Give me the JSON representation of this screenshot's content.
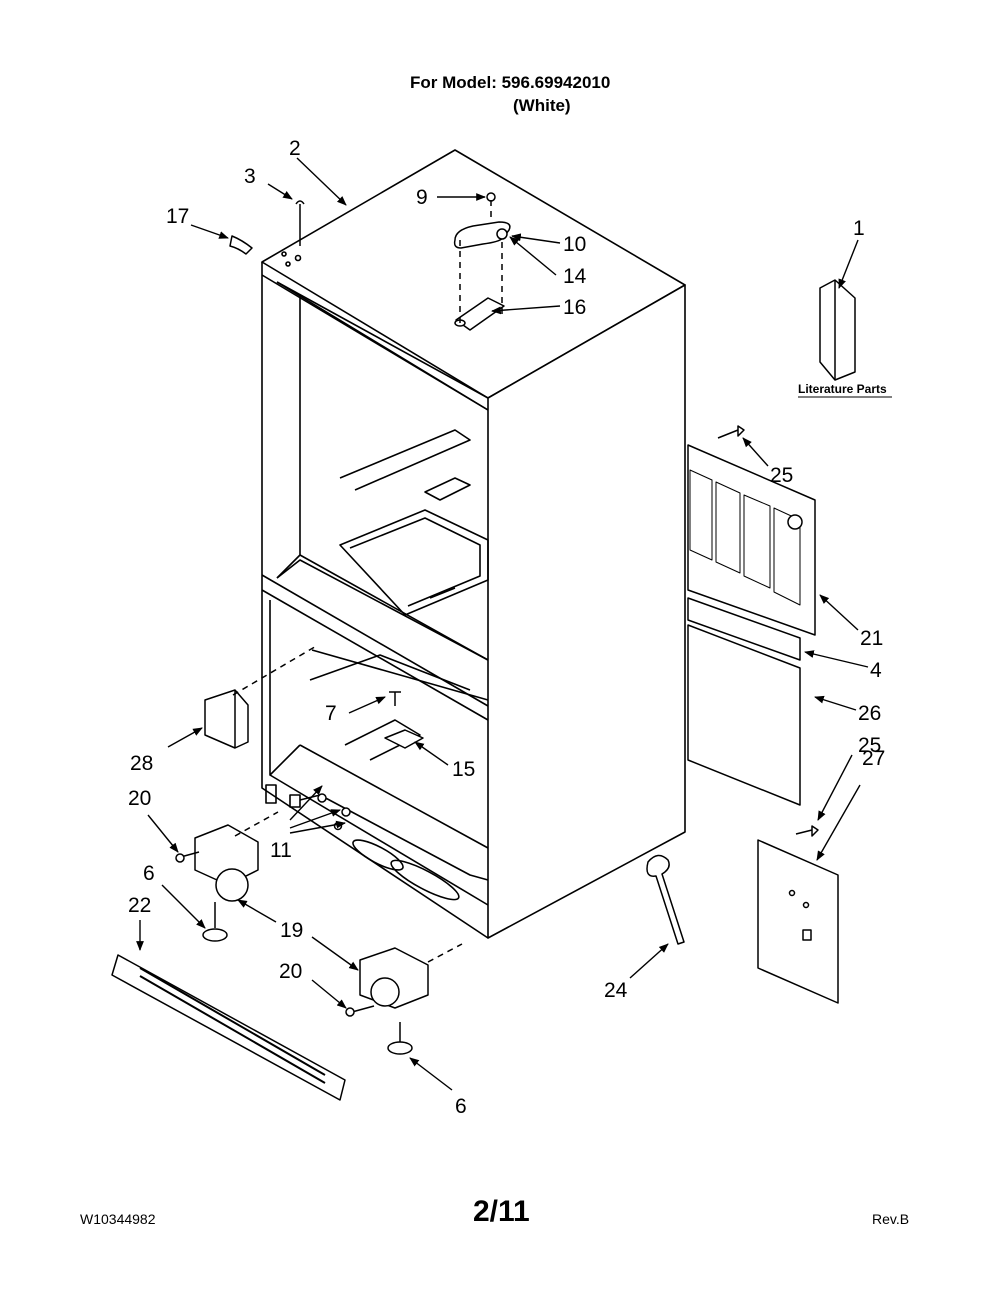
{
  "header": {
    "title": "For Model: 596.69942010",
    "subtitle": "(White)"
  },
  "literature_label": "Literature Parts",
  "callouts": {
    "c1": "1",
    "c2": "2",
    "c3": "3",
    "c4": "4",
    "c6a": "6",
    "c6b": "6",
    "c7": "7",
    "c9": "9",
    "c10": "10",
    "c11": "11",
    "c14": "14",
    "c15": "15",
    "c16": "16",
    "c17": "17",
    "c19": "19",
    "c20a": "20",
    "c20b": "20",
    "c21": "21",
    "c22": "22",
    "c24": "24",
    "c25a": "25",
    "c25b": "25",
    "c26": "26",
    "c27": "27",
    "c28": "28"
  },
  "footer": {
    "doc_number": "W10344982",
    "page": "2/11",
    "revision": "Rev.B"
  }
}
